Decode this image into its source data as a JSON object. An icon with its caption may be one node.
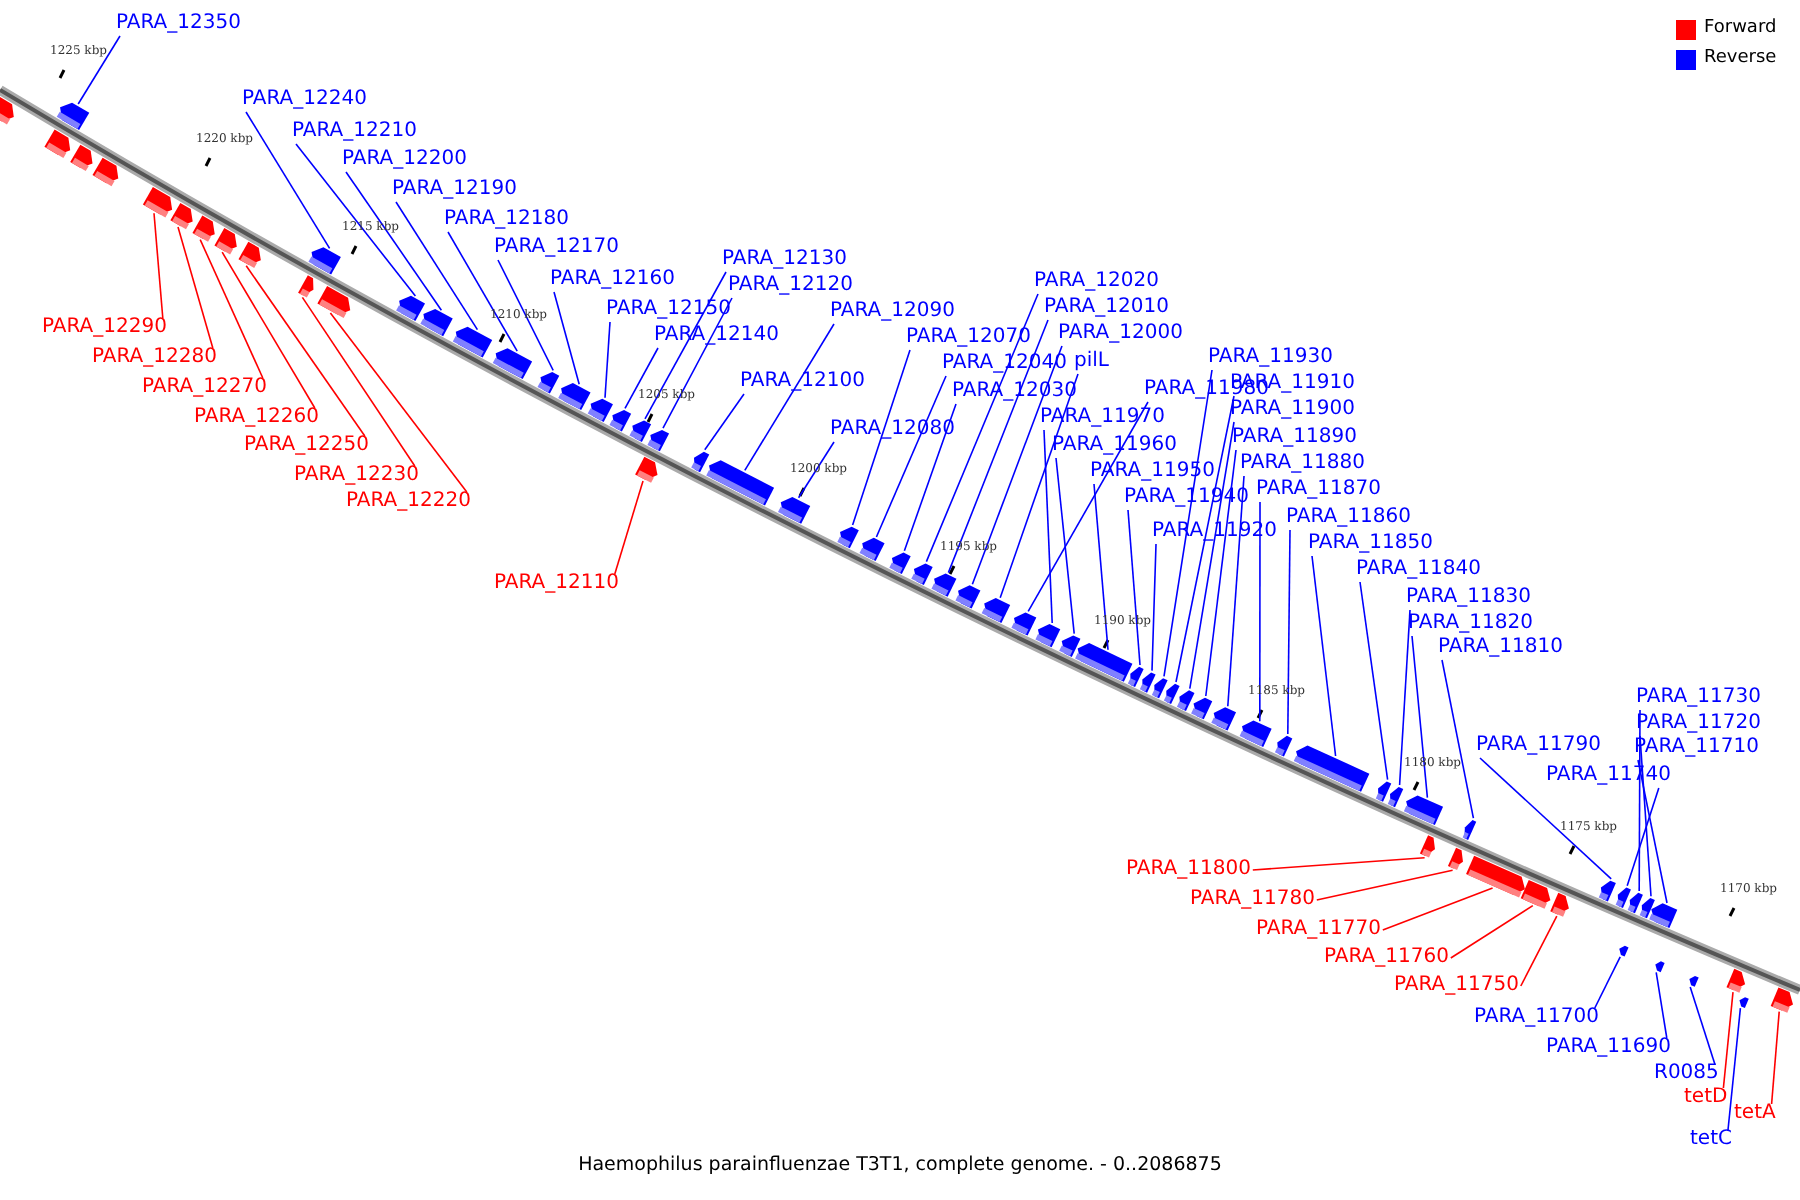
{
  "diagram": {
    "caption": "Haemophilus parainfluenzae T3T1, complete genome. - 0..2086875",
    "nodes": [
      {
        "text": [
          "PARA_12350"
        ]
      },
      {
        "text": [
          "PARA_12240"
        ]
      },
      {
        "text": [
          "PARA_12210"
        ]
      },
      {
        "text": [
          "PARA_12200"
        ]
      },
      {
        "text": [
          "PARA_12190"
        ]
      },
      {
        "text": [
          "PARA_12180"
        ]
      },
      {
        "text": [
          "PARA_12170"
        ]
      },
      {
        "text": [
          "PARA_12160"
        ]
      },
      {
        "text": [
          "PARA_12150"
        ]
      },
      {
        "text": [
          "PARA_12140"
        ]
      },
      {
        "text": [
          "PARA_12130"
        ]
      },
      {
        "text": [
          "PARA_12120"
        ]
      },
      {
        "text": [
          "PARA_12100"
        ]
      },
      {
        "text": [
          "PARA_12090"
        ]
      },
      {
        "text": [
          "PARA_12080"
        ]
      },
      {
        "text": [
          "PARA_12070"
        ]
      },
      {
        "text": [
          "PARA_12040"
        ]
      },
      {
        "text": [
          "PARA_12030"
        ]
      },
      {
        "text": [
          "PARA_12020"
        ]
      },
      {
        "text": [
          "PARA_12010"
        ]
      },
      {
        "text": [
          "PARA_12000"
        ]
      },
      {
        "text": [
          "pilL"
        ]
      },
      {
        "text": [
          "PARA_11980"
        ]
      },
      {
        "text": [
          "PARA_11970"
        ]
      },
      {
        "text": [
          "PARA_11960"
        ]
      },
      {
        "text": [
          "PARA_11950"
        ]
      },
      {
        "text": [
          "PARA_11940"
        ]
      },
      {
        "text": [
          "PARA_11920"
        ]
      },
      {
        "text": [
          "PARA_11930"
        ]
      },
      {
        "text": [
          "PARA_11910"
        ]
      },
      {
        "text": [
          "PARA_11900"
        ]
      },
      {
        "text": [
          "PARA_11890"
        ]
      },
      {
        "text": [
          "PARA_11880"
        ]
      },
      {
        "text": [
          "PARA_11870"
        ]
      },
      {
        "text": [
          "PARA_11860"
        ]
      },
      {
        "text": [
          "PARA_11850"
        ]
      },
      {
        "text": [
          "PARA_11840"
        ]
      },
      {
        "text": [
          "PARA_11830"
        ]
      },
      {
        "text": [
          "PARA_11820"
        ]
      },
      {
        "text": [
          "PARA_11810"
        ]
      },
      {
        "text": [
          "PARA_11790"
        ]
      },
      {
        "text": [
          "PARA_11740"
        ]
      },
      {
        "text": [
          "PARA_11730"
        ]
      },
      {
        "text": [
          "PARA_11720"
        ]
      },
      {
        "text": [
          "PARA_11710"
        ]
      },
      {
        "text": [
          "PARA_11700"
        ]
      },
      {
        "text": [
          "PARA_11690"
        ]
      },
      {
        "text": [
          "R0085"
        ]
      },
      {
        "text": [
          "tetC"
        ]
      },
      {
        "text": [
          "PARA_12290"
        ]
      },
      {
        "text": [
          "PARA_12280"
        ]
      },
      {
        "text": [
          "PARA_12270"
        ]
      },
      {
        "text": [
          "PARA_12260"
        ]
      },
      {
        "text": [
          "PARA_12250"
        ]
      },
      {
        "text": [
          "PARA_12230"
        ]
      },
      {
        "text": [
          "PARA_12220"
        ]
      },
      {
        "text": [
          "PARA_12110"
        ]
      },
      {
        "text": [
          "PARA_11800"
        ]
      },
      {
        "text": [
          "PARA_11780"
        ]
      },
      {
        "text": [
          "PARA_11770"
        ]
      },
      {
        "text": [
          "PARA_11760"
        ]
      },
      {
        "text": [
          "PARA_11750"
        ]
      },
      {
        "text": [
          "tetD"
        ]
      },
      {
        "text": [
          "tetA"
        ]
      },
      {
        "text": [],
        "shape": "bar"
      },
      {
        "text": [],
        "shape": "bar"
      },
      {
        "text": [],
        "shape": "bar"
      },
      {
        "text": [],
        "shape": "bar"
      },
      {
        "text": [],
        "shape": "bar"
      },
      {
        "text": [],
        "shape": "bar"
      },
      {
        "text": [],
        "shape": "bar"
      },
      {
        "text": [],
        "shape": "bar"
      },
      {
        "text": [],
        "shape": "bar"
      },
      {
        "text": [],
        "shape": "bar"
      },
      {
        "text": [],
        "shape": "bar"
      },
      {
        "text": [],
        "shape": "bar"
      },
      {
        "text": [],
        "shape": "bar"
      },
      {
        "text": [],
        "shape": "bar"
      },
      {
        "text": [],
        "shape": "bar"
      },
      {
        "text": [],
        "shape": "bar"
      },
      {
        "text": [],
        "shape": "bar"
      },
      {
        "text": [],
        "shape": "bar"
      },
      {
        "text": [],
        "shape": "bar"
      },
      {
        "text": [],
        "shape": "bar"
      },
      {
        "text": [],
        "shape": "bar"
      },
      {
        "text": [],
        "shape": "bar"
      },
      {
        "text": [],
        "shape": "bar"
      },
      {
        "text": [],
        "shape": "bar"
      },
      {
        "text": [],
        "shape": "bar"
      },
      {
        "text": [],
        "shape": "bar"
      },
      {
        "text": [],
        "shape": "bar"
      },
      {
        "text": [],
        "shape": "bar"
      },
      {
        "text": [],
        "shape": "bar"
      },
      {
        "text": [],
        "shape": "bar"
      },
      {
        "text": [],
        "shape": "bar"
      },
      {
        "text": [],
        "shape": "bar"
      },
      {
        "text": [],
        "shape": "bar"
      },
      {
        "text": [],
        "shape": "bar"
      },
      {
        "text": [],
        "shape": "bar"
      },
      {
        "text": [],
        "shape": "bar"
      },
      {
        "text": [],
        "shape": "bar"
      },
      {
        "text": [],
        "shape": "bar"
      },
      {
        "text": [],
        "shape": "bar"
      },
      {
        "text": [],
        "shape": "bar"
      },
      {
        "text": [],
        "shape": "bar"
      },
      {
        "text": [],
        "shape": "bar"
      },
      {
        "text": [],
        "shape": "bar"
      },
      {
        "text": [],
        "shape": "bar"
      },
      {
        "text": [],
        "shape": "bar"
      },
      {
        "text": [],
        "shape": "bar"
      },
      {
        "text": [],
        "shape": "bar"
      },
      {
        "text": [],
        "shape": "bar"
      },
      {
        "text": [],
        "shape": "bar"
      },
      {
        "text": [],
        "shape": "bar"
      },
      {
        "text": [],
        "shape": "bar"
      },
      {
        "text": [],
        "shape": "bar"
      },
      {
        "text": [],
        "shape": "bar"
      },
      {
        "text": [],
        "shape": "bar"
      },
      {
        "text": [],
        "shape": "bar"
      },
      {
        "text": [],
        "shape": "bar"
      },
      {
        "text": [],
        "shape": "bar"
      },
      {
        "text": [],
        "shape": "bar"
      },
      {
        "text": [],
        "shape": "bar"
      },
      {
        "text": [],
        "shape": "bar"
      },
      {
        "text": [],
        "shape": "bar"
      },
      {
        "text": [],
        "shape": "bar"
      },
      {
        "text": [],
        "shape": "bar"
      },
      {
        "text": [],
        "shape": "bar"
      },
      {
        "text": [],
        "shape": "bar"
      },
      {
        "text": [],
        "shape": "bar"
      },
      {
        "text": [],
        "shape": "bar"
      },
      {
        "text": [],
        "shape": "bar"
      }
    ],
    "edges": [
      {
        "from": 0,
        "to": 64,
        "arrow": "none"
      },
      {
        "from": 1,
        "to": 65,
        "arrow": "none"
      },
      {
        "from": 2,
        "to": 66,
        "arrow": "none"
      },
      {
        "from": 3,
        "to": 67,
        "arrow": "none"
      },
      {
        "from": 4,
        "to": 68,
        "arrow": "none"
      },
      {
        "from": 5,
        "to": 69,
        "arrow": "none"
      },
      {
        "from": 6,
        "to": 70,
        "arrow": "none"
      },
      {
        "from": 7,
        "to": 71,
        "arrow": "none"
      },
      {
        "from": 8,
        "to": 72,
        "arrow": "none"
      },
      {
        "from": 9,
        "to": 73,
        "arrow": "none"
      },
      {
        "from": 10,
        "to": 74,
        "arrow": "none"
      },
      {
        "from": 11,
        "to": 75,
        "arrow": "none"
      },
      {
        "from": 12,
        "to": 76,
        "arrow": "none"
      },
      {
        "from": 13,
        "to": 77,
        "arrow": "none"
      },
      {
        "from": 14,
        "to": 78,
        "arrow": "none"
      },
      {
        "from": 15,
        "to": 79,
        "arrow": "none"
      },
      {
        "from": 16,
        "to": 80,
        "arrow": "none"
      },
      {
        "from": 17,
        "to": 81,
        "arrow": "none"
      },
      {
        "from": 18,
        "to": 82,
        "arrow": "none"
      },
      {
        "from": 19,
        "to": 83,
        "arrow": "none"
      },
      {
        "from": 20,
        "to": 84,
        "arrow": "none"
      },
      {
        "from": 21,
        "to": 85,
        "arrow": "none"
      },
      {
        "from": 22,
        "to": 86,
        "arrow": "none"
      },
      {
        "from": 23,
        "to": 87,
        "arrow": "none"
      },
      {
        "from": 24,
        "to": 88,
        "arrow": "none"
      },
      {
        "from": 25,
        "to": 89,
        "arrow": "none"
      },
      {
        "from": 26,
        "to": 90,
        "arrow": "none"
      },
      {
        "from": 27,
        "to": 91,
        "arrow": "none"
      },
      {
        "from": 28,
        "to": 92,
        "arrow": "none"
      },
      {
        "from": 29,
        "to": 93,
        "arrow": "none"
      },
      {
        "from": 30,
        "to": 94,
        "arrow": "none"
      },
      {
        "from": 31,
        "to": 95,
        "arrow": "none"
      },
      {
        "from": 32,
        "to": 96,
        "arrow": "none"
      },
      {
        "from": 33,
        "to": 97,
        "arrow": "none"
      },
      {
        "from": 34,
        "to": 98,
        "arrow": "none"
      },
      {
        "from": 35,
        "to": 99,
        "arrow": "none"
      },
      {
        "from": 36,
        "to": 100,
        "arrow": "none"
      },
      {
        "from": 37,
        "to": 101,
        "arrow": "none"
      },
      {
        "from": 38,
        "to": 102,
        "arrow": "none"
      },
      {
        "from": 39,
        "to": 103,
        "arrow": "none"
      },
      {
        "from": 40,
        "to": 104,
        "arrow": "none"
      },
      {
        "from": 41,
        "to": 105,
        "arrow": "none"
      },
      {
        "from": 42,
        "to": 106,
        "arrow": "none"
      },
      {
        "from": 43,
        "to": 107,
        "arrow": "none"
      },
      {
        "from": 44,
        "to": 108,
        "arrow": "none"
      },
      {
        "from": 45,
        "to": 109,
        "arrow": "none"
      },
      {
        "from": 46,
        "to": 110,
        "arrow": "none"
      },
      {
        "from": 47,
        "to": 111,
        "arrow": "none"
      },
      {
        "from": 48,
        "to": 112,
        "arrow": "none"
      },
      {
        "from": 49,
        "to": 113,
        "arrow": "none",
        "color": "#ff0000"
      },
      {
        "from": 50,
        "to": 114,
        "arrow": "none",
        "color": "#ff0000"
      },
      {
        "from": 51,
        "to": 115,
        "arrow": "none",
        "color": "#ff0000"
      },
      {
        "from": 52,
        "to": 116,
        "arrow": "none",
        "color": "#ff0000"
      },
      {
        "from": 53,
        "to": 117,
        "arrow": "none",
        "color": "#ff0000"
      },
      {
        "from": 54,
        "to": 118,
        "arrow": "none",
        "color": "#ff0000"
      },
      {
        "from": 55,
        "to": 119,
        "arrow": "none",
        "color": "#ff0000"
      },
      {
        "from": 56,
        "to": 120,
        "arrow": "none",
        "color": "#ff0000"
      },
      {
        "from": 57,
        "to": 121,
        "arrow": "none",
        "color": "#ff0000"
      },
      {
        "from": 58,
        "to": 122,
        "arrow": "none",
        "color": "#ff0000"
      },
      {
        "from": 59,
        "to": 123,
        "arrow": "none",
        "color": "#ff0000"
      },
      {
        "from": 60,
        "to": 124,
        "arrow": "none",
        "color": "#ff0000"
      },
      {
        "from": 61,
        "to": 125,
        "arrow": "none",
        "color": "#ff0000"
      },
      {
        "from": 62,
        "to": 126,
        "arrow": "none",
        "color": "#ff0000"
      },
      {
        "from": 63,
        "to": 127,
        "arrow": "none",
        "color": "#ff0000"
      }
    ],
    "labels": [
      "1225 kbp",
      "1220 kbp",
      "1215 kbp",
      "1210 kbp",
      "1205 kbp",
      "1200 kbp",
      "1195 kbp",
      "1190 kbp",
      "1185 kbp",
      "1180 kbp",
      "1175 kbp",
      "1170 kbp"
    ],
    "legend": [
      {
        "text": "Forward",
        "color": "#ff0000"
      },
      {
        "text": "Reverse",
        "color": "#0000ff"
      }
    ]
  }
}
